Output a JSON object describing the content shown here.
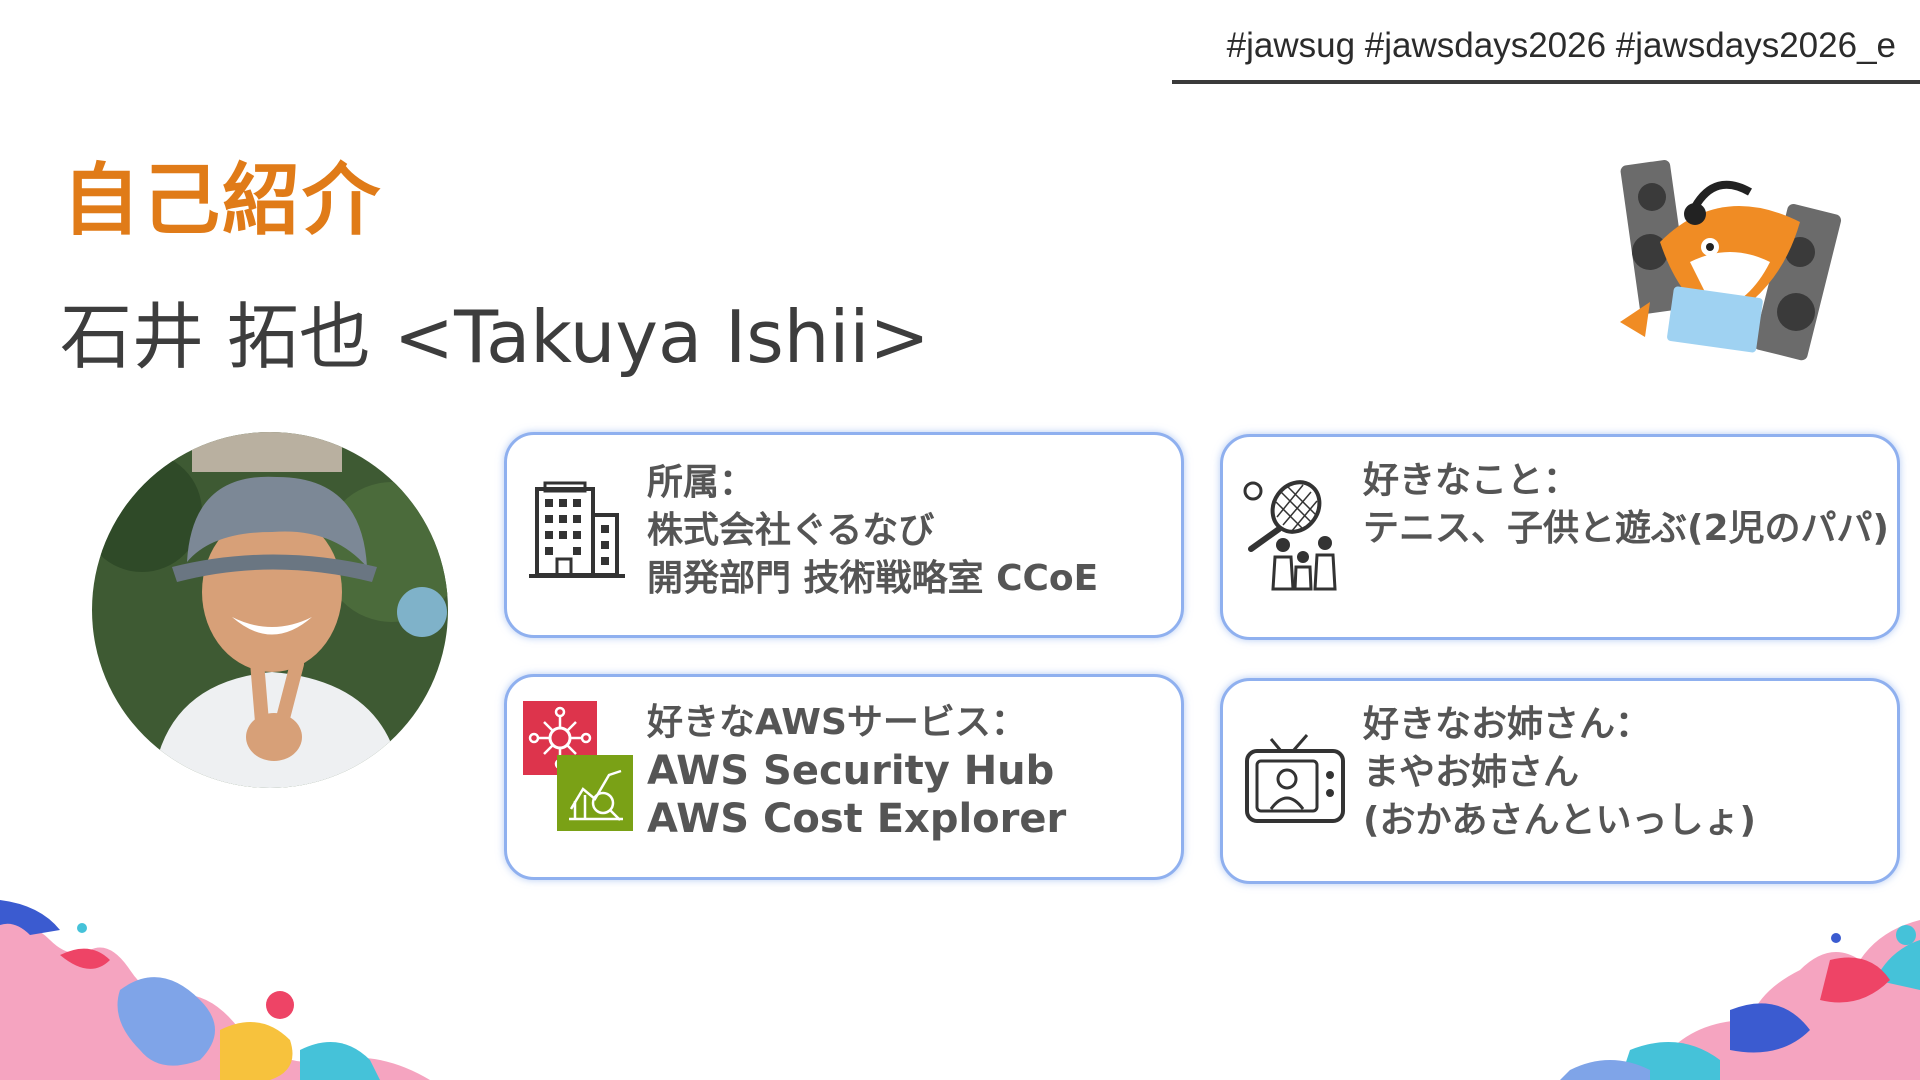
{
  "header": {
    "hashtags": "#jawsug #jawsdays2026 #jawsdays2026_e"
  },
  "slide": {
    "title": "自己紹介",
    "speaker_name": "石井 拓也 <Takuya Ishii>"
  },
  "cards": {
    "affiliation": {
      "label": "所属：",
      "line1": "株式会社ぐるなび",
      "line2": "開発部門 技術戦略室 CCoE",
      "icon": "building-icon"
    },
    "hobby": {
      "label": "好きなこと：",
      "line1": "テニス、子供と遊ぶ(2児のパパ)",
      "icon": "tennis-family-icon"
    },
    "aws": {
      "label": "好きなAWSサービス：",
      "line1": "AWS Security Hub",
      "line2": "AWS Cost Explorer",
      "icons": [
        "security-hub-icon",
        "cost-explorer-icon"
      ]
    },
    "sister": {
      "label": "好きなお姉さん：",
      "line1": "まやお姉さん",
      "line2": "(おかあさんといっしょ)",
      "icon": "television-icon"
    }
  },
  "colors": {
    "title": "#e07b18",
    "card_border": "#8fb0ef",
    "security_hub": "#dd344c",
    "cost_explorer": "#7aa116"
  }
}
